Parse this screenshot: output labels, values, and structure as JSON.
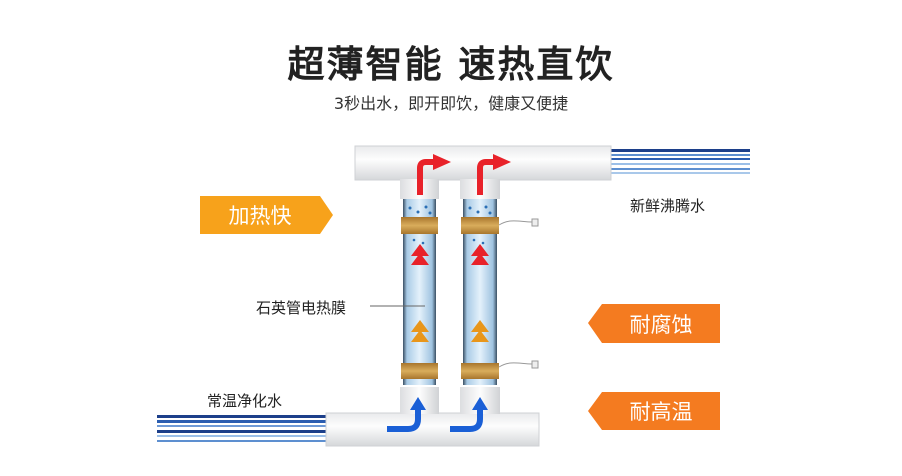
{
  "header": {
    "title": "超薄智能  速热直饮",
    "subtitle": "3秒出水，即开即饮，健康又便捷"
  },
  "diagram": {
    "labels": {
      "outlet_water": "新鲜沸腾水",
      "heating_film": "石英管电热膜",
      "inlet_water": "常温净化水"
    },
    "tags": {
      "fast_heating": "加热快",
      "corrosion_resistant": "耐腐蚀",
      "high_temp_resistant": "耐高温"
    },
    "colors": {
      "tag_left": "#F7A21B",
      "tag_right": "#F47B20",
      "hot_arrow": "#E8222A",
      "cold_arrow": "#1A5FD6",
      "band": "#C9973F"
    }
  }
}
